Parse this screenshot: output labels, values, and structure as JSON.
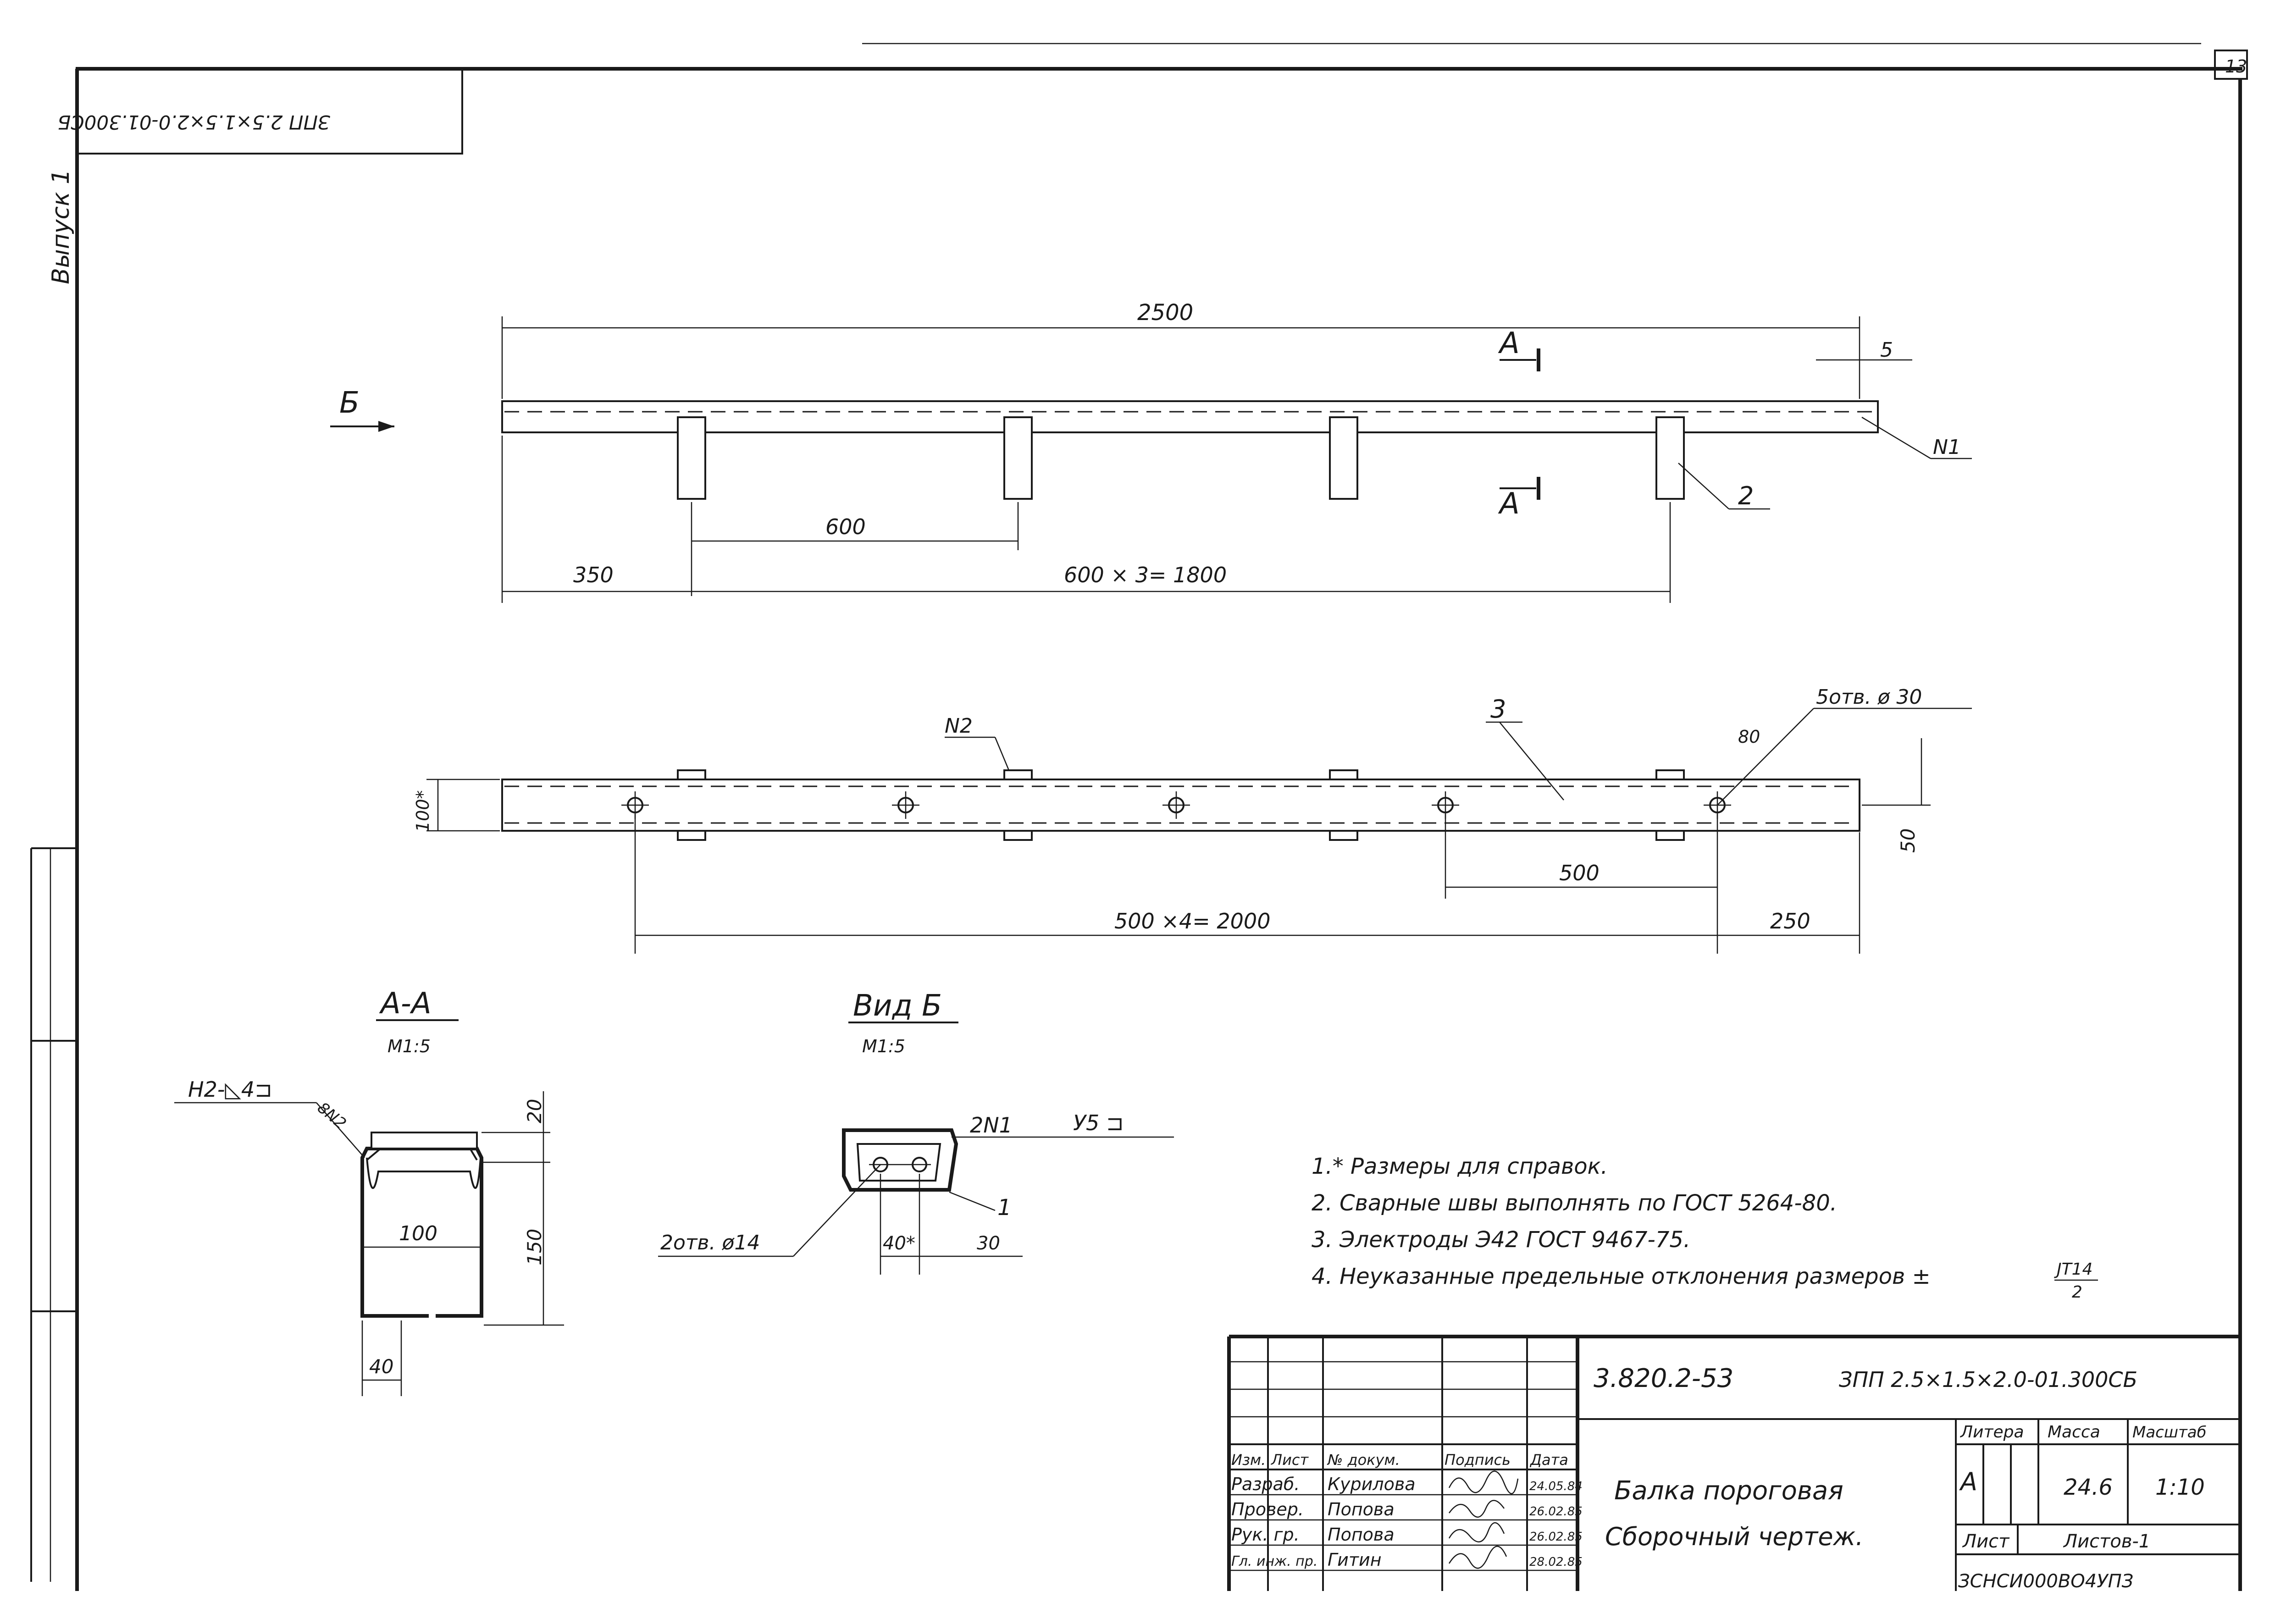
{
  "sheet": {
    "page_number": "13",
    "issue_label": "Выпуск 1",
    "corner_code": "ЗПП 2.5×1.5×2.0-01.300СБ"
  },
  "elevation": {
    "view_label": "Б",
    "dim_total": "2500",
    "dim_end": "5",
    "dim_span": "600",
    "dim_edge": "350",
    "dim_series": "600 × 3= 1800",
    "section_mark": "А",
    "callout_n1": "N1",
    "callout_2": "2"
  },
  "plan": {
    "callout_n2": "N2",
    "callout_3": "3",
    "holes_note": "5отв. ø 30",
    "dim_80": "80",
    "dim_100": "100*",
    "dim_50": "50",
    "dim_500": "500",
    "dim_series": "500 ×4= 2000",
    "dim_250": "250"
  },
  "section_aa": {
    "title": "А-А",
    "scale": "М1:5",
    "weld_note": "Н2-◺4⊐",
    "weld_8n2": "8N2",
    "dim_20": "20",
    "dim_150": "150",
    "dim_100": "100",
    "dim_40": "40"
  },
  "view_b": {
    "title": "Вид Б",
    "scale": "М1:5",
    "callout_2n1": "2N1",
    "weld_y5": "У5 ⊐",
    "callout_1": "1",
    "holes_note": "2отв. ø14",
    "dim_40": "40*",
    "dim_30": "30"
  },
  "notes": [
    "1.* Размеры для справок.",
    "2. Сварные швы выполнять по ГОСТ 5264-80.",
    "3. Электроды Э42 ГОСТ 9467-75.",
    "4. Неуказанные предельные отклонения размеров ±"
  ],
  "tolerance": {
    "numerator": "JT14",
    "denominator": "2"
  },
  "title_block": {
    "series_code": "3.820.2-53",
    "doc_code": "ЗПП 2.5×1.5×2.0-01.300СБ",
    "title_line1": "Балка пороговая",
    "title_line2": "Сборочный чертеж.",
    "headers": {
      "izm": "Изм.",
      "list": "Лист",
      "doc": "№ докум.",
      "sign": "Подпись",
      "date": "Дата"
    },
    "rows": [
      {
        "role": "Разраб.",
        "name": "Курилова",
        "date": "24.05.84"
      },
      {
        "role": "Провер.",
        "name": "Попова",
        "date": "26.02.85"
      },
      {
        "role": "Рук. гр.",
        "name": "Попова",
        "date": "26.02.85"
      },
      {
        "role": "Гл. инж. пр.",
        "name": "Гитин",
        "date": "28.02.85"
      }
    ],
    "litera_label": "Литера",
    "massa_label": "Масса",
    "scale_label": "Масштаб",
    "litera": "А",
    "massa": "24.6",
    "scale": "1:10",
    "sheet_label": "Лист",
    "sheets_label": "Листов-1",
    "bottom_code": "ЗСНСИ000ВО4УПЗ"
  },
  "colors": {
    "ink": "#1a1a1a",
    "paper": "#ffffff"
  }
}
